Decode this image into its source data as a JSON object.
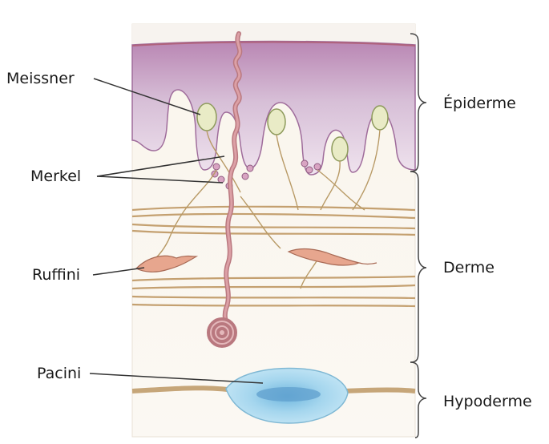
{
  "receptors": {
    "meissner": "Meissner",
    "merkel": "Merkel",
    "ruffini": "Ruffini",
    "pacini": "Pacini"
  },
  "layers": {
    "epidermis": "Épiderme",
    "dermis": "Derme",
    "hypodermis": "Hypoderme"
  },
  "colors": {
    "epidermis": "#c9a6c8",
    "nerve": "#c98f94",
    "fiber": "#c6a679",
    "pacini": "#a9d8ee",
    "capsule": "#e6e8c8",
    "ruffini": "#e7a68e",
    "line": "#333333"
  }
}
